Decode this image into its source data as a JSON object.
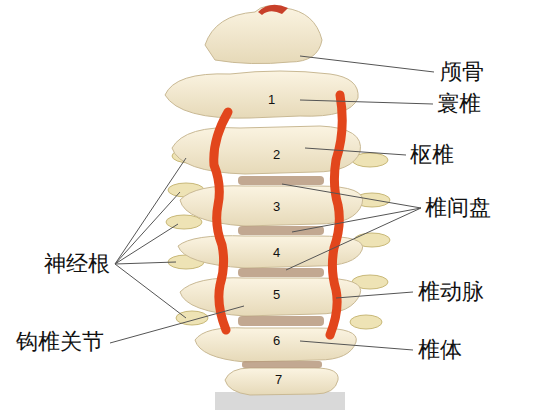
{
  "diagram": {
    "labels": [
      "颅骨",
      "寰椎",
      "枢椎",
      "椎间盘",
      "神经根",
      "椎动脉",
      "钩椎关节",
      "椎体",
      "1",
      "2",
      "3",
      "4",
      "5",
      "6",
      "7"
    ]
  }
}
